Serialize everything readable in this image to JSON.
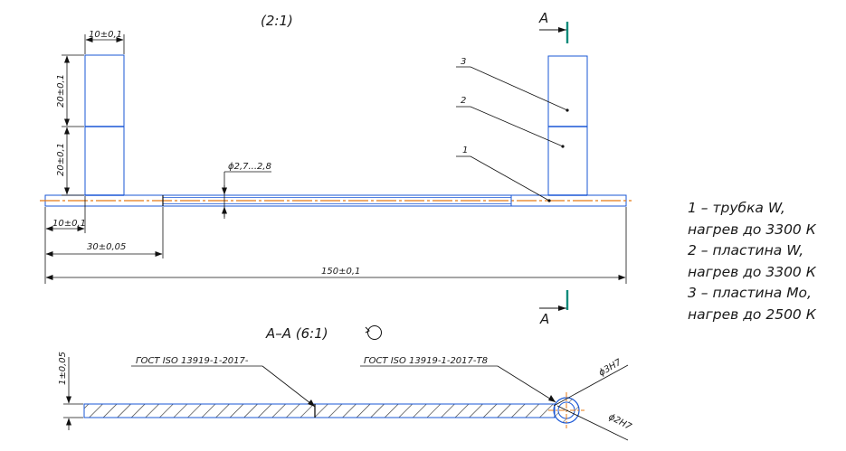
{
  "scale_main": "(2:1)",
  "section_mark": "A",
  "section_title": "A–A (6:1)",
  "dimensions": {
    "width_10": "10±0,1",
    "height_20_top": "20±0,1",
    "height_20_bottom": "20±0,1",
    "diameter_tube": "ϕ2,7...2,8",
    "offset_10": "10±0,1",
    "offset_30": "30±0,05",
    "length_150": "150±0,1",
    "thickness": "1±0,05"
  },
  "callouts": {
    "c1": "1",
    "c2": "2",
    "c3": "3"
  },
  "standards": {
    "gost_left": "ГОСТ ISO 13919-1-2017-",
    "gost_right": "ГОСТ ISO 13919-1-2017-Т8"
  },
  "fits": {
    "outer": "ϕ3H7",
    "inner": "ϕ2H7"
  },
  "legend": [
    "1 – трубка W,",
    "нагрев до 3300 К",
    "2 – пластина W,",
    "нагрев до 3300 К",
    "3 – пластина Mo,",
    "нагрев до 2500 К"
  ],
  "colors": {
    "outline": "#1a57d6",
    "axis": "#e87b14",
    "line": "#111111",
    "teal": "#0a8a7a",
    "hatch": "#333333"
  }
}
